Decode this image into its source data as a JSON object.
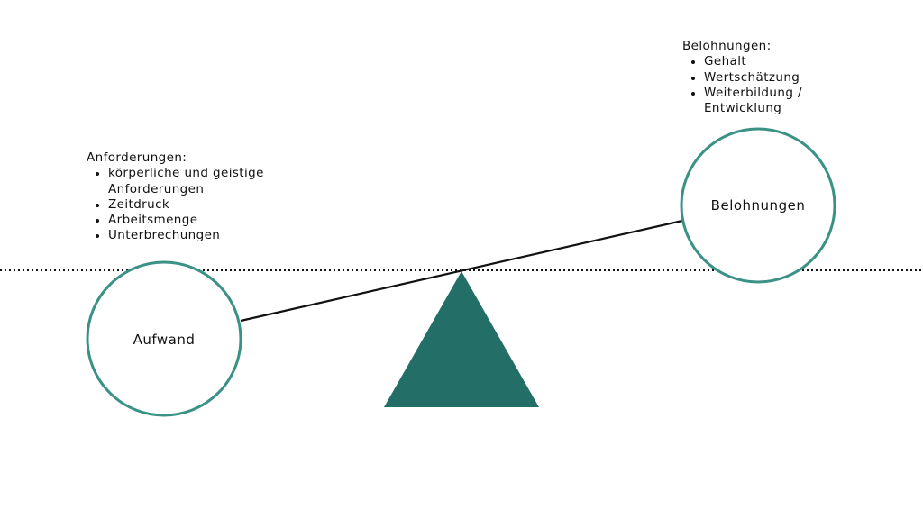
{
  "colors": {
    "circle_stroke": "#3a9185",
    "fulcrum": "#236e66",
    "line": "#111111"
  },
  "left": {
    "circle_label": "Aufwand",
    "heading": "Anforderungen:",
    "items": [
      "körperliche und geistige Anforderungen",
      "Zeitdruck",
      "Arbeitsmenge",
      "Unterbrechungen"
    ]
  },
  "right": {
    "circle_label": "Belohnungen",
    "heading": "Belohnungen:",
    "items": [
      "Gehalt",
      "Wertschätzung",
      "Weiterbildung / Entwicklung"
    ]
  }
}
